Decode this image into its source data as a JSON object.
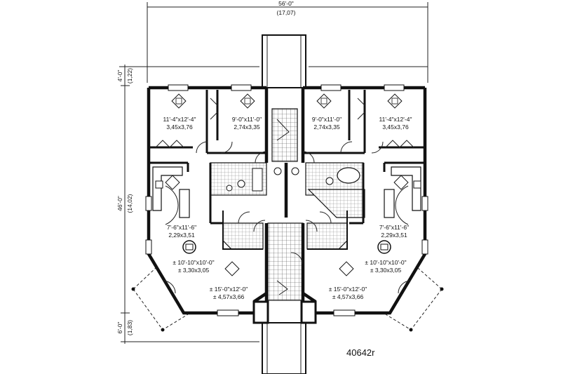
{
  "dimensions": {
    "overall_width": "56'-0\"",
    "overall_width_metric": "(17,07)",
    "top_offset": "4'-0\"",
    "top_offset_metric": "(1,22)",
    "depth": "46'-0\"",
    "depth_metric": "(14,02)",
    "bottom_offset": "6'-0\"",
    "bottom_offset_metric": "(1,83)"
  },
  "rooms": {
    "bed_left_outer": {
      "size": "11'-4\"x12'-4\"",
      "metric": "3,45x3,76"
    },
    "bed_left_inner": {
      "size": "9'-0\"x11'-0\"",
      "metric": "2,74x3,35"
    },
    "bed_right_inner": {
      "size": "9'-0\"x11'-0\"",
      "metric": "2,74x3,35"
    },
    "bed_right_outer": {
      "size": "11'-4\"x12'-4\"",
      "metric": "3,45x3,76"
    },
    "kitchen_left": {
      "size": "7'-6\"x11'-6\"",
      "metric": "2,29x3,51"
    },
    "kitchen_right": {
      "size": "7'-6\"x11'-6\"",
      "metric": "2,29x3,51"
    },
    "dining_left": {
      "size": "± 10'-10\"x10'-0\"",
      "metric": "± 3,30x3,05"
    },
    "dining_right": {
      "size": "± 10'-10\"x10'-0\"",
      "metric": "± 3,30x3,05"
    },
    "living_left": {
      "size": "± 15'-0\"x12'-0\"",
      "metric": "± 4,57x3,66"
    },
    "living_right": {
      "size": "± 15'-0\"x12'-0\"",
      "metric": "± 4,57x3,66"
    }
  },
  "plan_code": "40642r"
}
